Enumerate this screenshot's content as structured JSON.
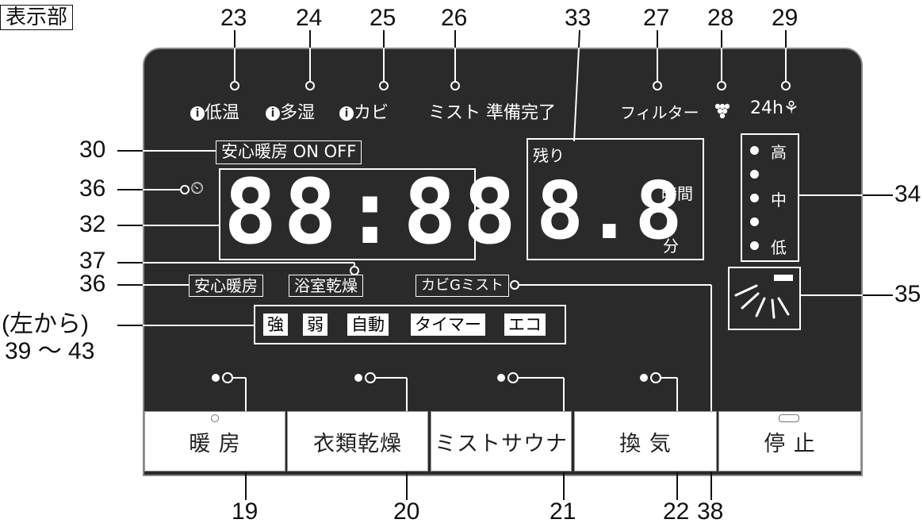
{
  "section_title": "表示部",
  "callouts": {
    "n23": "23",
    "n24": "24",
    "n25": "25",
    "n26": "26",
    "n33": "33",
    "n27": "27",
    "n28": "28",
    "n29": "29",
    "n30": "30",
    "n36a": "36",
    "n32": "32",
    "n37": "37",
    "n36b": "36",
    "n39_43_prefix": "(左から)",
    "n39_43": "39 ～ 43",
    "n34": "34",
    "n35": "35",
    "n19": "19",
    "n20": "20",
    "n21": "21",
    "n22": "22",
    "n38": "38"
  },
  "indicators": {
    "low_temp": "低温",
    "humid": "多湿",
    "mold": "カビ",
    "mist_ready": "ミスト 準備完了",
    "filter": "フィルター",
    "h24": "24h"
  },
  "heating_label": "安心暖房 ON OFF",
  "clock_digits": "88:88",
  "remaining": {
    "label": "残り",
    "digits": "8.8",
    "hours": "時間",
    "minutes": "分"
  },
  "levels": {
    "high": "高",
    "mid": "中",
    "low": "低"
  },
  "mode_tags": {
    "safe_heat": "安心暖房",
    "bath_dry": "浴室乾燥",
    "mold_mist": "カビGミスト"
  },
  "strength_modes": [
    "強",
    "弱",
    "自動",
    "タイマー",
    "エコ"
  ],
  "buttons": {
    "heat": "暖 房",
    "clothes_dry": "衣類乾燥",
    "mist_sauna": "ミストサウナ",
    "vent": "換 気",
    "stop": "停 止"
  }
}
